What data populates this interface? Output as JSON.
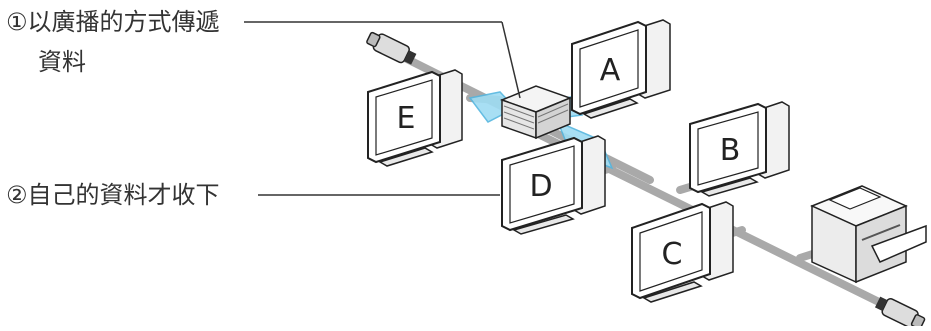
{
  "annotations": {
    "broadcast_label": "①以廣播的方式傳遞",
    "broadcast_label_cont": "資料",
    "receive_label": "②自己的資料才收下"
  },
  "computers": {
    "a": "A",
    "b": "B",
    "c": "C",
    "d": "D",
    "e": "E"
  },
  "colors": {
    "cable": "#a9a9a9",
    "signal": "#9fdcf3",
    "outline": "#222222"
  }
}
